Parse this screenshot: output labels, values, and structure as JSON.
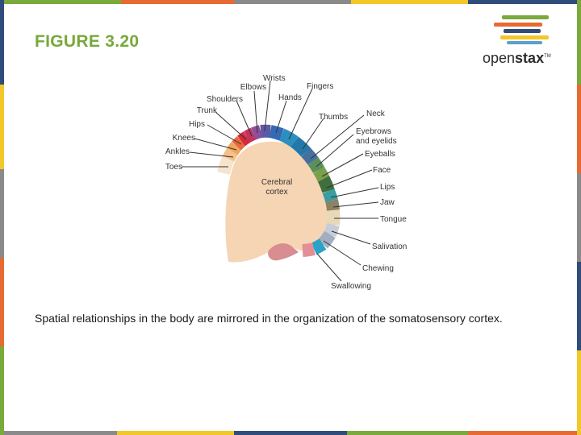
{
  "slide": {
    "title": "FIGURE 3.20",
    "caption": "Spatial relationships in the body are mirrored in the organization of the somatosensory cortex."
  },
  "logo": {
    "text_plain": "open",
    "text_bold": "stax",
    "tm": "TM"
  },
  "diagram": {
    "cortex_label_1": "Cerebral",
    "cortex_label_2": "cortex",
    "labels": {
      "toes": "Toes",
      "ankles": "Ankles",
      "knees": "Knees",
      "hips": "Hips",
      "trunk": "Trunk",
      "shoulders": "Shoulders",
      "elbows": "Elbows",
      "wrists": "Wrists",
      "hands": "Hands",
      "fingers": "Fingers",
      "thumbs": "Thumbs",
      "neck": "Neck",
      "eyebrows_1": "Eyebrows",
      "eyebrows_2": "and eyelids",
      "eyeballs": "Eyeballs",
      "face": "Face",
      "lips": "Lips",
      "jaw": "Jaw",
      "tongue": "Tongue",
      "salivation": "Salivation",
      "chewing": "Chewing",
      "swallowing": "Swallowing"
    }
  },
  "colors": {
    "title": "#77a83a",
    "cortex": "#f5d5b4",
    "frame_green": "#7aa93c",
    "frame_blue": "#2f4c7a",
    "frame_yellow": "#f2c72a",
    "frame_orange": "#e76a32",
    "frame_gray": "#8a8a8a"
  }
}
